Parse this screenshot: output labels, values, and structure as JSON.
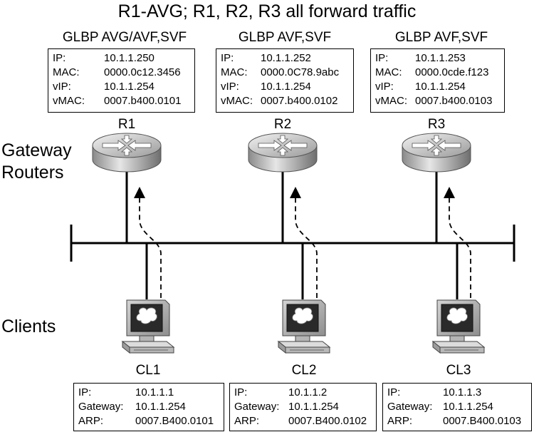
{
  "title": "R1-AVG; R1, R2, R3 all forward traffic",
  "side_labels": {
    "gateway_line1": "Gateway",
    "gateway_line2": "Routers",
    "clients": "Clients"
  },
  "routers": [
    {
      "role": "GLBP AVG/AVF,SVF",
      "name": "R1",
      "fields": [
        {
          "k": "IP:",
          "v": "10.1.1.250"
        },
        {
          "k": "MAC:",
          "v": "0000.0c12.3456"
        },
        {
          "k": "vIP:",
          "v": "10.1.1.254"
        },
        {
          "k": "vMAC:",
          "v": "0007.b400.0101"
        }
      ]
    },
    {
      "role": "GLBP AVF,SVF",
      "name": "R2",
      "fields": [
        {
          "k": "IP:",
          "v": "10.1.1.252"
        },
        {
          "k": "MAC:",
          "v": "0000.0C78.9abc"
        },
        {
          "k": "vIP:",
          "v": "10.1.1.254"
        },
        {
          "k": "vMAC:",
          "v": "0007.b400.0102"
        }
      ]
    },
    {
      "role": "GLBP AVF,SVF",
      "name": "R3",
      "fields": [
        {
          "k": "IP:",
          "v": "10.1.1.253"
        },
        {
          "k": "MAC:",
          "v": "0000.0cde.f123"
        },
        {
          "k": "vIP:",
          "v": "10.1.1.254"
        },
        {
          "k": "vMAC:",
          "v": "0007.b400.0103"
        }
      ]
    }
  ],
  "clients": [
    {
      "name": "CL1",
      "fields": [
        {
          "k": "IP:",
          "v": "10.1.1.1"
        },
        {
          "k": "Gateway:",
          "v": "10.1.1.254"
        },
        {
          "k": "ARP:",
          "v": "0007.B400.0101"
        }
      ]
    },
    {
      "name": "CL2",
      "fields": [
        {
          "k": "IP:",
          "v": "10.1.1.2"
        },
        {
          "k": "Gateway:",
          "v": "10.1.1.254"
        },
        {
          "k": "ARP:",
          "v": "0007.B400.0102"
        }
      ]
    },
    {
      "name": "CL3",
      "fields": [
        {
          "k": "IP:",
          "v": "10.1.1.3"
        },
        {
          "k": "Gateway:",
          "v": "10.1.1.254"
        },
        {
          "k": "ARP:",
          "v": "0007.B400.0103"
        }
      ]
    }
  ]
}
